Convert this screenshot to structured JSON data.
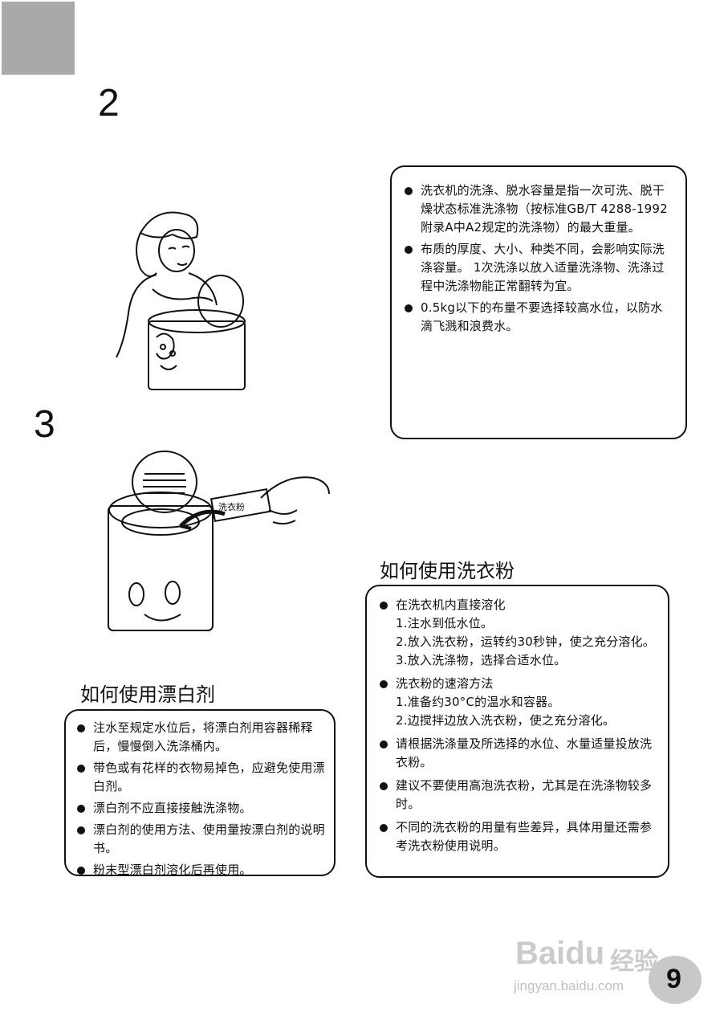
{
  "page_number": "9",
  "steps": {
    "step2": "2",
    "step3": "3"
  },
  "capacity_box": {
    "items": [
      "洗衣机的洗涤、脱水容量是指一次可洗、脱干燥状态标准洗涤物（按标准GB/T 4288-1992附录A中A2规定的洗涤物）的最大重量。",
      "布质的厚度、大小、种类不同，会影响实际洗涤容量。 1次洗涤以放入适量洗涤物、洗涤过程中洗涤物能正常翻转为宜。",
      "0.5kg以下的布量不要选择较高水位，以防水滴飞溅和浪费水。"
    ]
  },
  "powder_section": {
    "heading": "如何使用洗衣粉",
    "items": [
      {
        "text": "在洗衣机内直接溶化",
        "subs": [
          "1.注水到低水位。",
          "2.放入洗衣粉，运转约30秒钟，使之充分溶化。",
          "3.放入洗涤物，选择合适水位。"
        ]
      },
      {
        "text": "洗衣粉的速溶方法",
        "subs": [
          "1.准备约30°C的温水和容器。",
          "2.边搅拌边放入洗衣粉，使之充分溶化。"
        ]
      },
      {
        "text": "请根据洗涤量及所选择的水位、水量适量投放洗衣粉。",
        "subs": []
      },
      {
        "text": "建议不要使用高泡洗衣粉，尤其是在洗涤物较多时。",
        "subs": []
      },
      {
        "text": "不同的洗衣粉的用量有些差异，具体用量还需参考洗衣粉使用说明。",
        "subs": []
      }
    ]
  },
  "bleach_section": {
    "heading": "如何使用漂白剂",
    "items": [
      "注水至规定水位后，将漂白剂用容器稀释后，慢慢倒入洗涤桶内。",
      "带色或有花样的衣物易掉色，应避免使用漂白剂。",
      "漂白剂不应直接接触洗涤物。",
      "漂白剂的使用方法、使用量按漂白剂的说明书。",
      "粉末型漂白剂溶化后再使用。"
    ]
  },
  "illustrations": {
    "woman": "woman-loading-laundry",
    "powder": "hand-pouring-powder",
    "powder_box_label": "洗衣粉"
  },
  "watermark": {
    "brand": "Baidu",
    "cn": "经验",
    "url": "jingyan.baidu.com"
  },
  "colors": {
    "corner": "#a9a9a9",
    "ink": "#111111",
    "badge": "#c8c8c8"
  }
}
